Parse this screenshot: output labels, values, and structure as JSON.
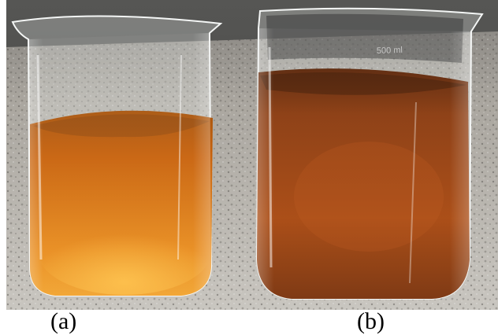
{
  "panels": [
    {
      "label": "(a)",
      "liquid_color": "#c8620c"
    },
    {
      "label": "(b)",
      "liquid_color": "#8a3a0e"
    }
  ],
  "scene": {
    "beaker_text": "500 ml"
  },
  "colors": {
    "countertop": "#b9b5ae",
    "wall": "#4a4a48",
    "liquid_a_light": "#f1a330",
    "liquid_b_dark": "#5c2609"
  }
}
